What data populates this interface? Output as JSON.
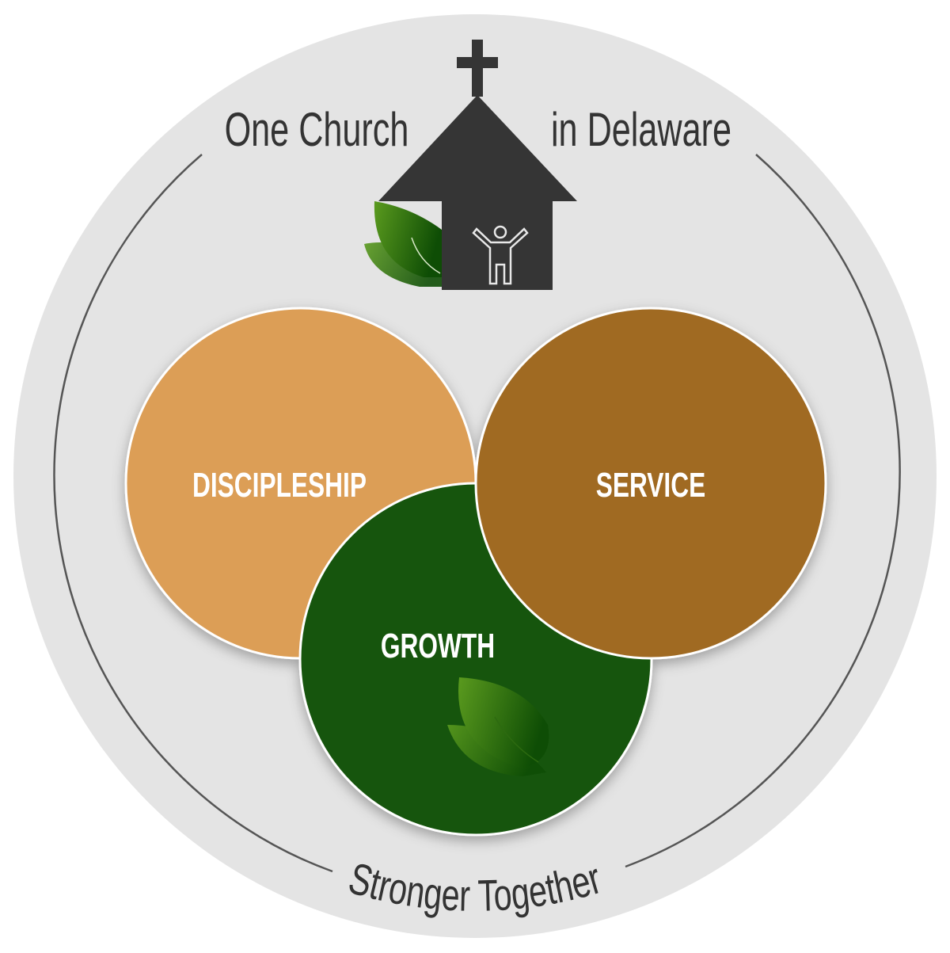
{
  "header": {
    "left_text": "One Church",
    "right_text": "in Delaware"
  },
  "footer": {
    "text": "Stronger Together"
  },
  "circles": [
    {
      "label": "DISCIPLESHIP",
      "color": "#dc9e56"
    },
    {
      "label": "SERVICE",
      "color": "#a06a23"
    },
    {
      "label": "GROWTH",
      "color": "#18550a"
    }
  ],
  "colors": {
    "background": "#e4e4e4",
    "ring": "#555555",
    "church": "#353535",
    "text": "#333333"
  },
  "icons": [
    "church-icon",
    "cross-icon",
    "person-raised-arms-icon",
    "leaf-icon"
  ]
}
